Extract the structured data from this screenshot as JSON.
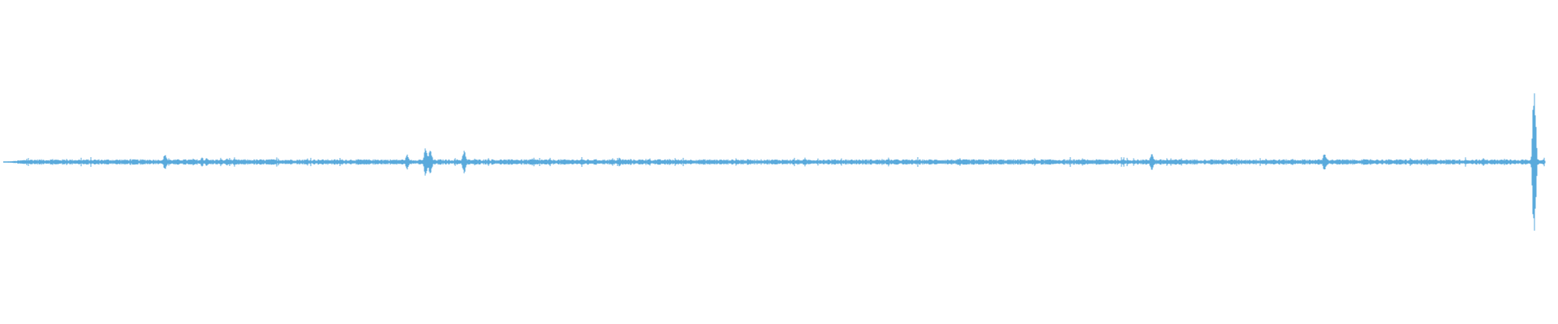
{
  "waveform": {
    "color": "#5aaadc",
    "background": "#ffffff",
    "baseline_amplitude": 0.012,
    "bursts": [
      {
        "t": 0.105,
        "amplitude": 0.06
      },
      {
        "t": 0.132,
        "amplitude": 0.03
      },
      {
        "t": 0.145,
        "amplitude": 0.025
      },
      {
        "t": 0.262,
        "amplitude": 0.05
      },
      {
        "t": 0.274,
        "amplitude": 0.1
      },
      {
        "t": 0.277,
        "amplitude": 0.09
      },
      {
        "t": 0.299,
        "amplitude": 0.09
      },
      {
        "t": 0.333,
        "amplitude": 0.02
      },
      {
        "t": 0.4,
        "amplitude": 0.025
      },
      {
        "t": 0.7,
        "amplitude": 0.025
      },
      {
        "t": 0.745,
        "amplitude": 0.06
      },
      {
        "t": 0.857,
        "amplitude": 0.07
      },
      {
        "t": 0.96,
        "amplitude": 0.03
      },
      {
        "t": 0.993,
        "amplitude": 0.56
      }
    ]
  }
}
